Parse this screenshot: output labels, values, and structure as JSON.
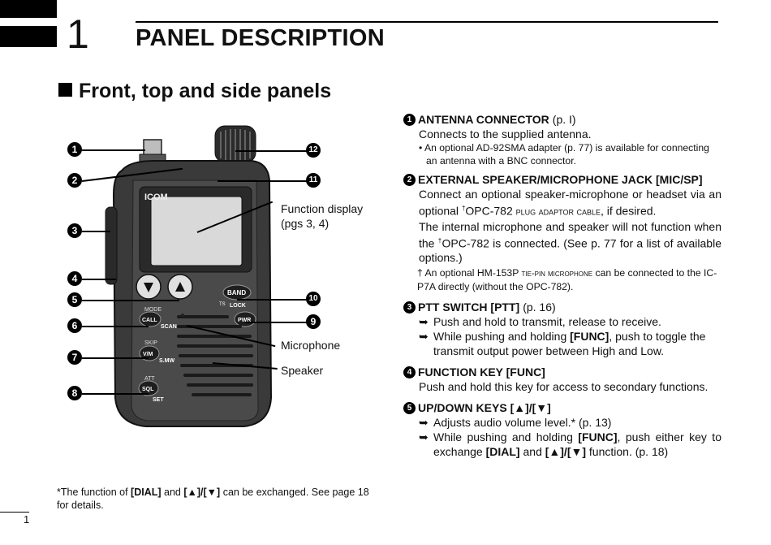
{
  "chapter": {
    "number": "1",
    "title": "PANEL DESCRIPTION"
  },
  "section": {
    "title": "Front, top and side panels"
  },
  "figure": {
    "brand": "ICOM",
    "callouts": [
      "1",
      "2",
      "3",
      "4",
      "5",
      "6",
      "7",
      "8",
      "9",
      "10",
      "11",
      "12"
    ],
    "keys": {
      "band": "BAND",
      "ts": "TS",
      "lock": "LOCK",
      "pwr": "PWR",
      "mode": "MODE",
      "call": "CALL",
      "scan": "SCAN",
      "skip": "SKIP",
      "vm": "V/M",
      "smw": "S.MW",
      "att": "ATT",
      "sql": "SQL",
      "set": "SET"
    },
    "labels": {
      "function_display_1": "Function display",
      "function_display_2": "(pgs 3, 4)",
      "microphone": "Microphone",
      "speaker": "Speaker"
    }
  },
  "items": [
    {
      "num": "1",
      "title": "ANTENNA CONNECTOR",
      "page": "(p. I)",
      "body": "Connects to the supplied antenna.",
      "note": "• An optional AD-92SMA adapter (p. 77) is available for connecting an antenna with a BNC connector."
    },
    {
      "num": "2",
      "title": "EXTERNAL SPEAKER/MICROPHONE JACK [MIC/SP]",
      "body_a": "Connect an optional speaker-microphone or headset via an optional ",
      "dagger": "†",
      "body_b": "OPC-782 ",
      "body_sc": "plug adaptor cable",
      "body_c": ", if desired.",
      "body2_a": "The internal microphone and speaker will not function when the ",
      "body2_b": "OPC-782 is connected. (See p. 77 for a list of available options.)",
      "note_a": "† An optional HM-153P ",
      "note_sc": "tie-pin microphone",
      "note_b": " can be connected to the IC-P7A directly (without the OPC-782)."
    },
    {
      "num": "3",
      "title": "PTT SWITCH [PTT]",
      "page": "(p. 16)",
      "arrow": "➥",
      "line1": "Push and hold to transmit, release to receive.",
      "line2_a": "While pushing and holding ",
      "line2_b": "[FUNC]",
      "line2_c": ", push to toggle the transmit output power between High and Low."
    },
    {
      "num": "4",
      "title": "FUNCTION KEY [FUNC]",
      "body": "Push and hold this key for access to secondary functions."
    },
    {
      "num": "5",
      "title": "UP/DOWN KEYS [▲]/[▼]",
      "line1": "Adjusts audio volume level.* (p. 13)",
      "line2_a": "While pushing and holding ",
      "line2_b": "[FUNC]",
      "line2_c": ", push either key to exchange ",
      "line2_d": "[DIAL]",
      "line2_e": " and ",
      "line2_f": "[▲]/[▼]",
      "line2_g": " function. (p. 18)"
    }
  ],
  "footnote": {
    "a": "*The function of ",
    "b": "[DIAL]",
    "c": " and ",
    "d": "[▲]/[▼]",
    "e": " can be exchanged. See page 18 for details."
  },
  "page_number": "1",
  "colors": {
    "ink": "#000000",
    "radio_body": "#3a3a3a",
    "display": "#d9d9d9"
  }
}
